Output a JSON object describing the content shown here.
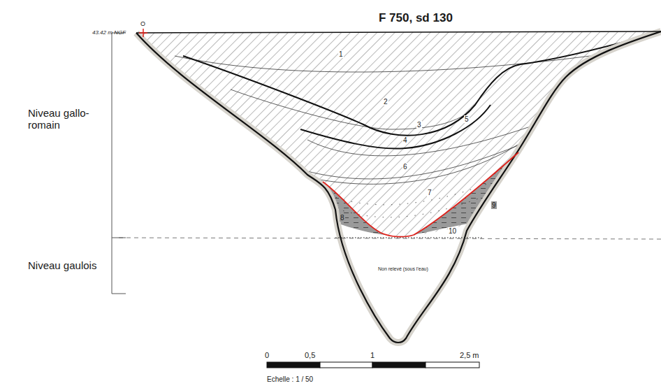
{
  "diagram": {
    "title": "F 750, sd 130",
    "labels": [
      "43.42 m NGF",
      "O",
      "Niveau gallo-romain",
      "Niveau gaulois",
      "1",
      "2",
      "3",
      "4",
      "5",
      "6",
      "7",
      "8",
      "9",
      "10",
      "Non relevé (sous l'eau)",
      "0",
      "0,5",
      "1",
      "2,5 m",
      "Echelle : 1 / 50"
    ]
  }
}
